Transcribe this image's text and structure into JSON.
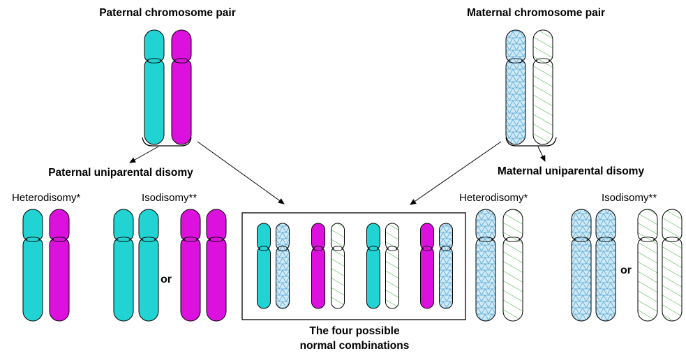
{
  "labels": {
    "paternal_pair": "Paternal chromosome pair",
    "maternal_pair": "Maternal chromosome pair",
    "paternal_upd": "Paternal uniparental disomy",
    "maternal_upd": "Maternal uniparental disomy",
    "paternal_hetero": "Heterodisomy*",
    "paternal_iso": "Isodisomy**",
    "maternal_hetero": "Heterodisomy*",
    "maternal_iso": "Isodisomy**",
    "or_left": "or",
    "or_right": "or",
    "combos_line1": "The four possible",
    "combos_line2": "normal combinations"
  },
  "colors": {
    "paternal_a": "#22d3d3",
    "paternal_b": "#dd11dd",
    "maternal_a_fill": "#cfe9f5",
    "maternal_a_hatch": "#5aa9d6",
    "maternal_b_fill": "#ffffff",
    "maternal_b_hatch": "#33aa33",
    "outline": "#000000"
  }
}
